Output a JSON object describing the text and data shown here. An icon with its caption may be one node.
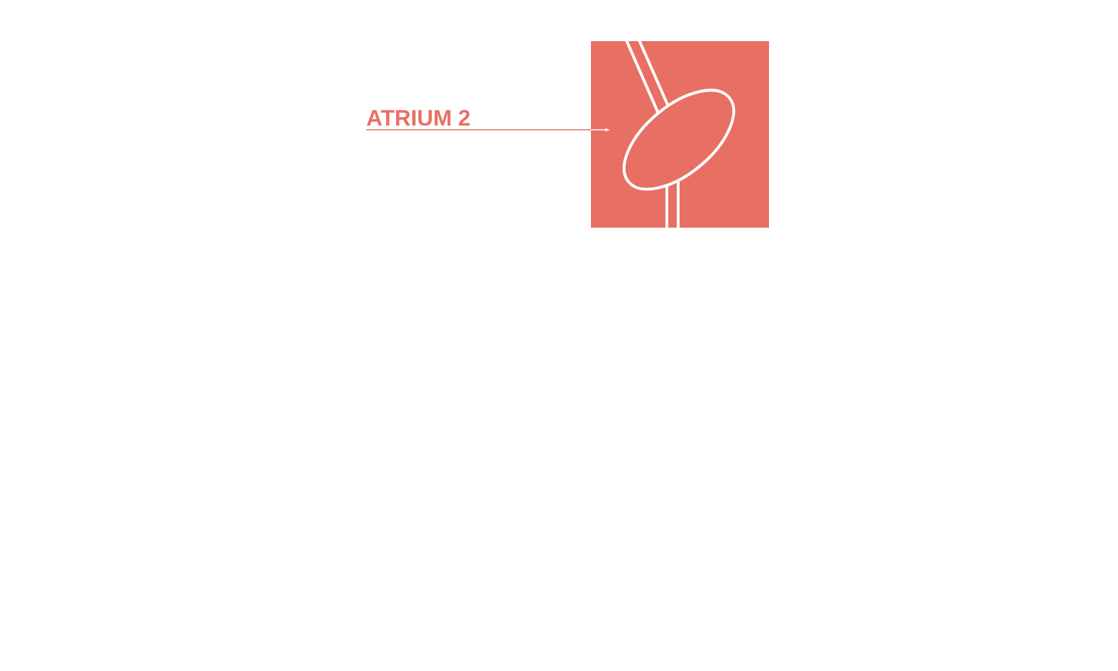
{
  "diagram": {
    "nodes": [
      {
        "text": [
          "ATRIUM 2"
        ]
      },
      {
        "text": [],
        "shape": "box"
      }
    ],
    "edges": [
      {
        "from": 0,
        "to": 1,
        "arrow": "to"
      }
    ]
  }
}
